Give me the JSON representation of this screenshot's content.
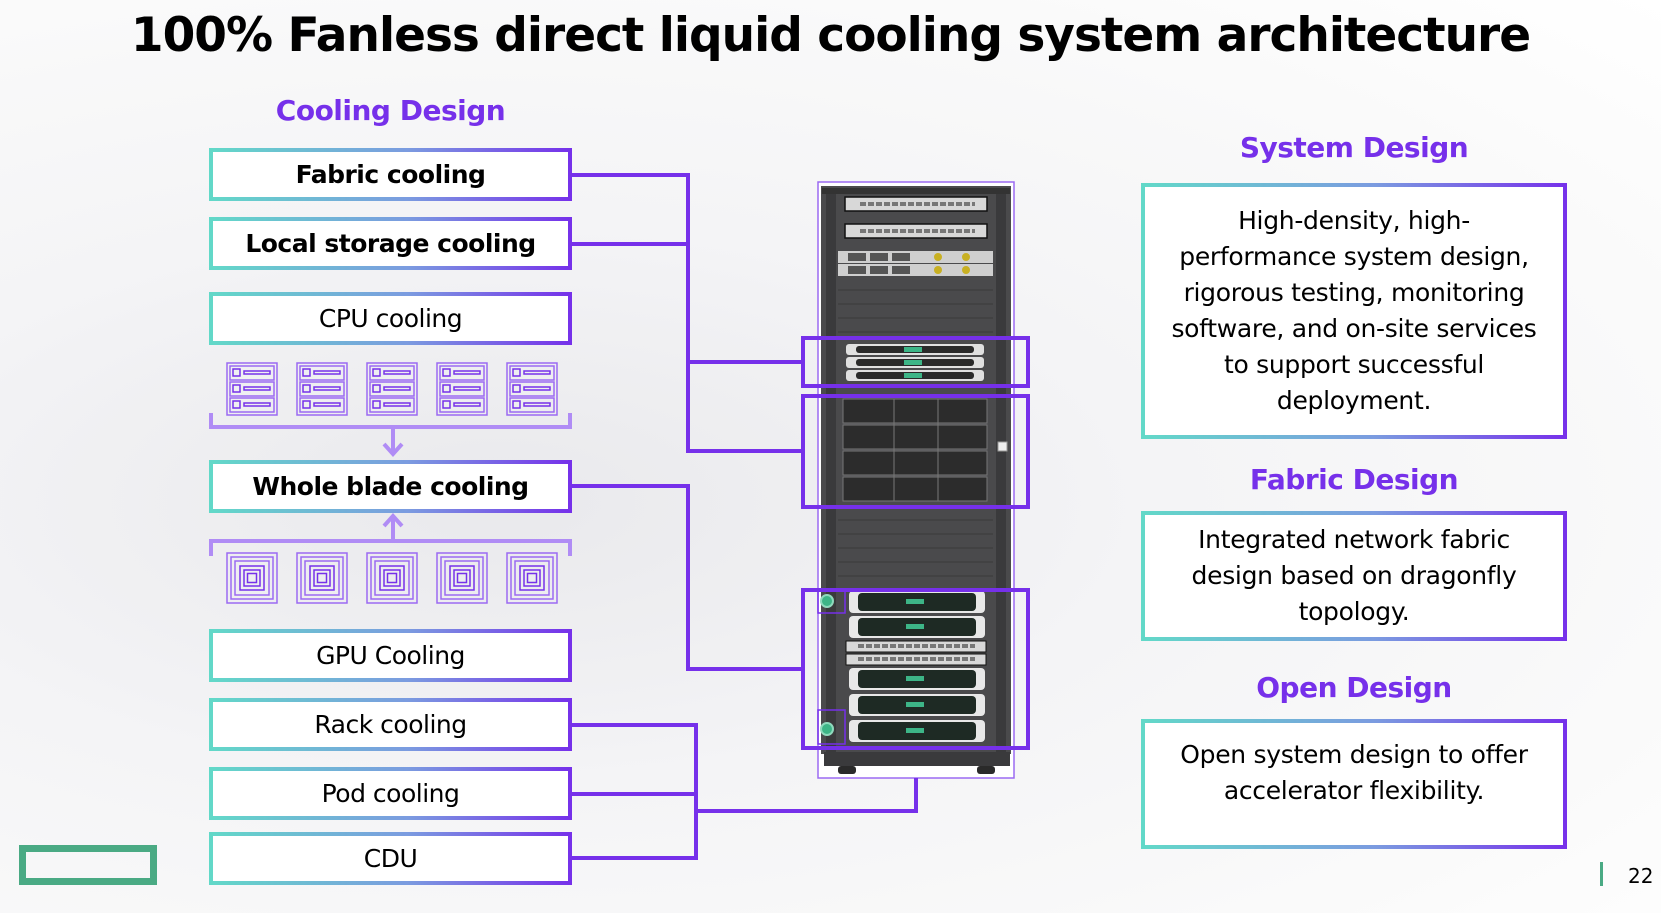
{
  "title": "100% Fanless direct liquid cooling system architecture",
  "cooling_design": {
    "heading": "Cooling Design",
    "items": [
      {
        "label": "Fabric cooling",
        "bold": true
      },
      {
        "label": "Local storage cooling",
        "bold": true
      },
      {
        "label": "CPU cooling",
        "bold": false
      },
      {
        "label": "Whole blade cooling",
        "bold": true
      },
      {
        "label": "GPU Cooling",
        "bold": false
      },
      {
        "label": "Rack cooling",
        "bold": false
      },
      {
        "label": "Pod cooling",
        "bold": false
      },
      {
        "label": "CDU",
        "bold": false
      }
    ],
    "cpu_icons": [
      "server-node-icon",
      "server-node-icon",
      "server-node-icon",
      "server-node-icon",
      "server-node-icon"
    ],
    "gpu_icons": [
      "gpu-chip-icon",
      "gpu-chip-icon",
      "gpu-chip-icon",
      "gpu-chip-icon",
      "gpu-chip-icon"
    ]
  },
  "right_panels": [
    {
      "heading": "System Design",
      "text": "High-density, high-performance system design, rigorous testing, monitoring software, and on-site services to support successful deployment."
    },
    {
      "heading": "Fabric Design",
      "text": "Integrated network fabric design based on dragonfly topology."
    },
    {
      "heading": "Open Design",
      "text": "Open system design to offer accelerator flexibility."
    }
  ],
  "footer": {
    "page_number": "22",
    "logo": "hpe-logo-icon"
  },
  "colors": {
    "accent_purple": "#7630ea",
    "accent_teal": "#62d9c8",
    "brand_green": "#01a982",
    "logo_green": "#4aaa84"
  }
}
